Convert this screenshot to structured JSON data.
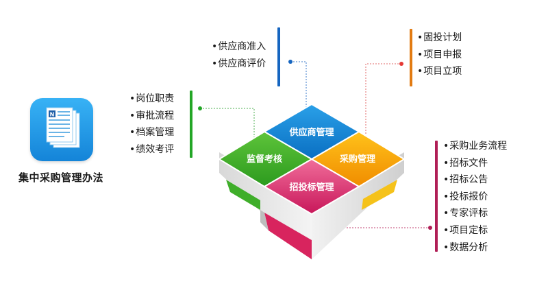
{
  "doc_title": "集中采购管理办法",
  "doc_icon": "document-stack-icon",
  "center": {
    "top": "供应商管理",
    "left": "监督考核",
    "right": "采购管理",
    "bottom": "招投标管理"
  },
  "groups": {
    "supplier": {
      "items": [
        "供应商准入",
        "供应商评价"
      ],
      "color": "#1565c0"
    },
    "plan": {
      "items": [
        "固投计划",
        "项目申报",
        "项目立项"
      ],
      "color": "#e27b12"
    },
    "supervision": {
      "items": [
        "岗位职责",
        "审批流程",
        "档案管理",
        "绩效考评"
      ],
      "color": "#23a626"
    },
    "procurement": {
      "items": [
        "采购业务流程",
        "招标文件",
        "招标公告",
        "投标报价",
        "专家评标",
        "项目定标",
        "数据分析"
      ],
      "color": "#b01e56"
    }
  }
}
